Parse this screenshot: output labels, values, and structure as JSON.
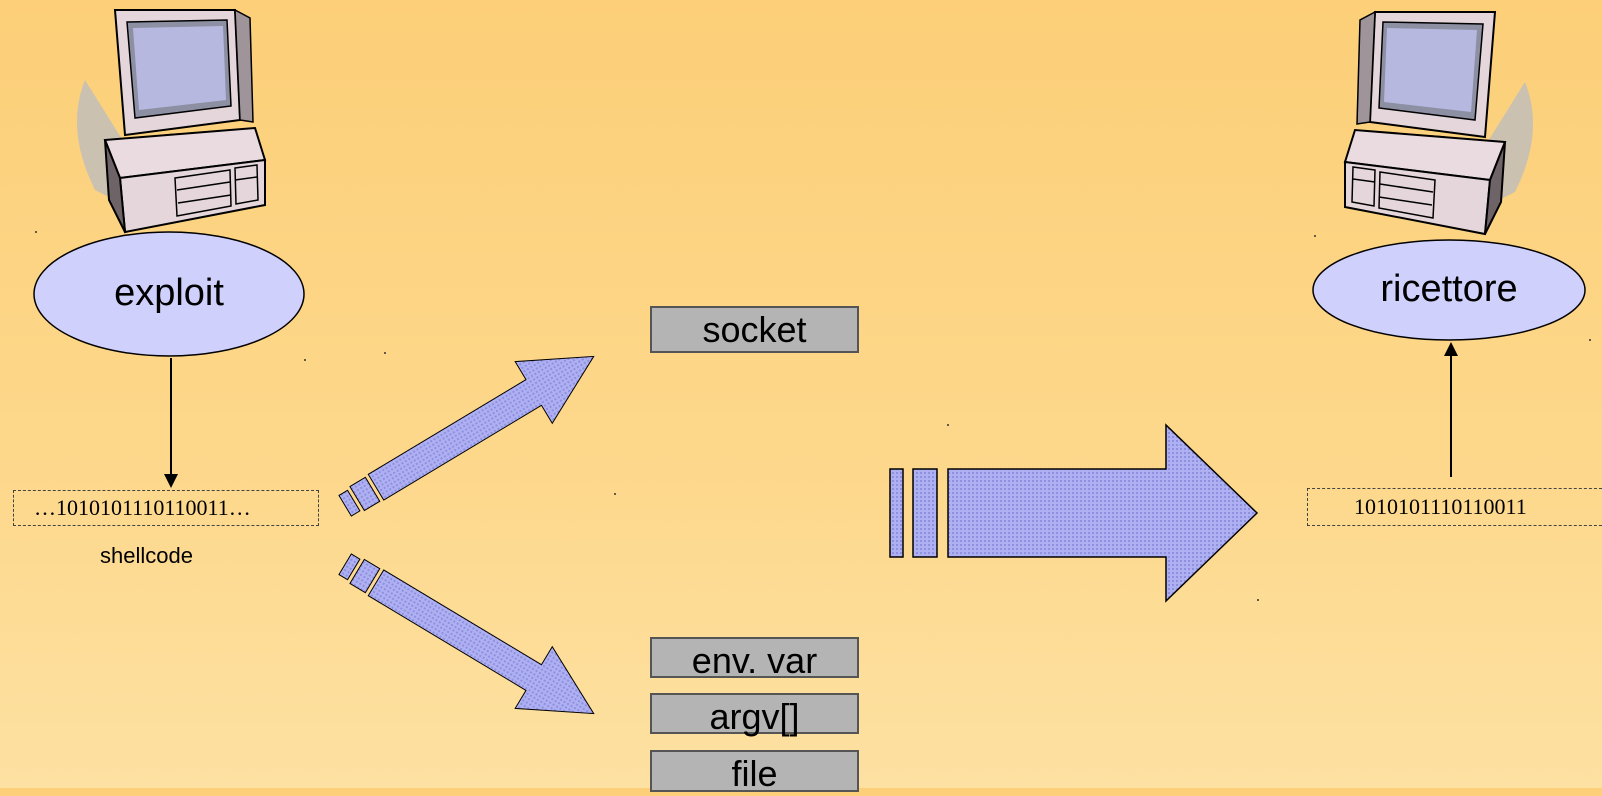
{
  "left_node": {
    "label": "exploit",
    "binary": "…1010101110110011…",
    "caption": "shellcode"
  },
  "right_node": {
    "label": "ricettore",
    "binary": "1010101110110011"
  },
  "channels": [
    "socket",
    "env. var",
    "argv[]",
    "file"
  ],
  "colors": {
    "ellipse_fill": "#cfd0fc",
    "arrow_fill": "#a9abf0",
    "box_fill": "#b4b4b4"
  },
  "icons": [
    "computer-icon",
    "computer-icon"
  ]
}
